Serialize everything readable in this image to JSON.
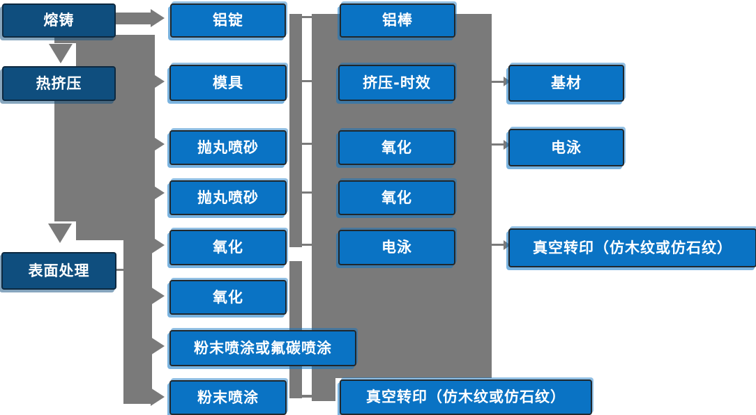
{
  "diagram_title": "",
  "colors": {
    "node_blue": "#0a73c4",
    "node_dark_blue": "#0f4e7e",
    "connector_gray": "#7a7a7a",
    "text": "#ffffff"
  },
  "nodes": {
    "rongzhu": {
      "label": "熔铸",
      "column": 1
    },
    "rejiya": {
      "label": "热挤压",
      "column": 1
    },
    "biaomianchuli": {
      "label": "表面处理",
      "column": 1
    },
    "lvding": {
      "label": "铝锭",
      "column": 2
    },
    "muju": {
      "label": "模具",
      "column": 2
    },
    "paowan1": {
      "label": "抛丸喷砂",
      "column": 2
    },
    "paowan2": {
      "label": "抛丸喷砂",
      "column": 2
    },
    "yanghua1": {
      "label": "氧化",
      "column": 2
    },
    "yanghua2": {
      "label": "氧化",
      "column": 2
    },
    "fenmo_futan": {
      "label": "粉末喷涂或氟碳喷涂",
      "column": 2
    },
    "fenmo": {
      "label": "粉末喷涂",
      "column": 2
    },
    "lvbang": {
      "label": "铝棒",
      "column": 3
    },
    "jiya_shixiao": {
      "label": "挤压-时效",
      "column": 3
    },
    "yanghua3": {
      "label": "氧化",
      "column": 3
    },
    "yanghua4": {
      "label": "氧化",
      "column": 3
    },
    "dianyong1": {
      "label": "电泳",
      "column": 3
    },
    "zhenkong1": {
      "label": "真空转印（仿木纹或仿石纹）",
      "column": 3
    },
    "jicai": {
      "label": "基材",
      "column": 4
    },
    "dianyong2": {
      "label": "电泳",
      "column": 4
    },
    "zhenkong2": {
      "label": "真空转印（仿木纹或仿石纹）",
      "column": 4
    }
  },
  "connections": [
    {
      "from": "rongzhu",
      "to": "rejiya",
      "arrow": "thick-down"
    },
    {
      "from": "rejiya",
      "to": "biaomianchuli",
      "arrow": "thick-down"
    },
    {
      "from": "rongzhu",
      "to": "lvding",
      "arrow": "thick-right"
    },
    {
      "from": "rejiya",
      "to": "muju",
      "arrow": "thick-right"
    },
    {
      "from": "rejiya",
      "to": "paowan1",
      "arrow": "thick-right"
    },
    {
      "from": "rejiya",
      "to": "paowan2",
      "arrow": "thick-right"
    },
    {
      "from": "rejiya",
      "to": "yanghua1",
      "arrow": "thick-right"
    },
    {
      "from": "biaomianchuli",
      "to": "yanghua2",
      "arrow": "thick-right"
    },
    {
      "from": "biaomianchuli",
      "to": "fenmo_futan",
      "arrow": "thick-right"
    },
    {
      "from": "biaomianchuli",
      "to": "fenmo",
      "arrow": "thick-right"
    },
    {
      "from": "lvding",
      "to": "lvbang",
      "arrow": "line"
    },
    {
      "from": "muju",
      "to": "jiya_shixiao",
      "arrow": "line"
    },
    {
      "from": "paowan1",
      "to": "yanghua3",
      "arrow": "line"
    },
    {
      "from": "paowan2",
      "to": "yanghua4",
      "arrow": "line"
    },
    {
      "from": "yanghua1",
      "to": "dianyong1",
      "arrow": "line"
    },
    {
      "from": "fenmo",
      "to": "zhenkong1",
      "arrow": "line"
    },
    {
      "from": "jiya_shixiao",
      "to": "jicai",
      "arrow": "thin-right"
    },
    {
      "from": "yanghua3",
      "to": "dianyong2",
      "arrow": "thin-right"
    },
    {
      "from": "dianyong1",
      "to": "zhenkong2",
      "arrow": "thin-right"
    }
  ]
}
